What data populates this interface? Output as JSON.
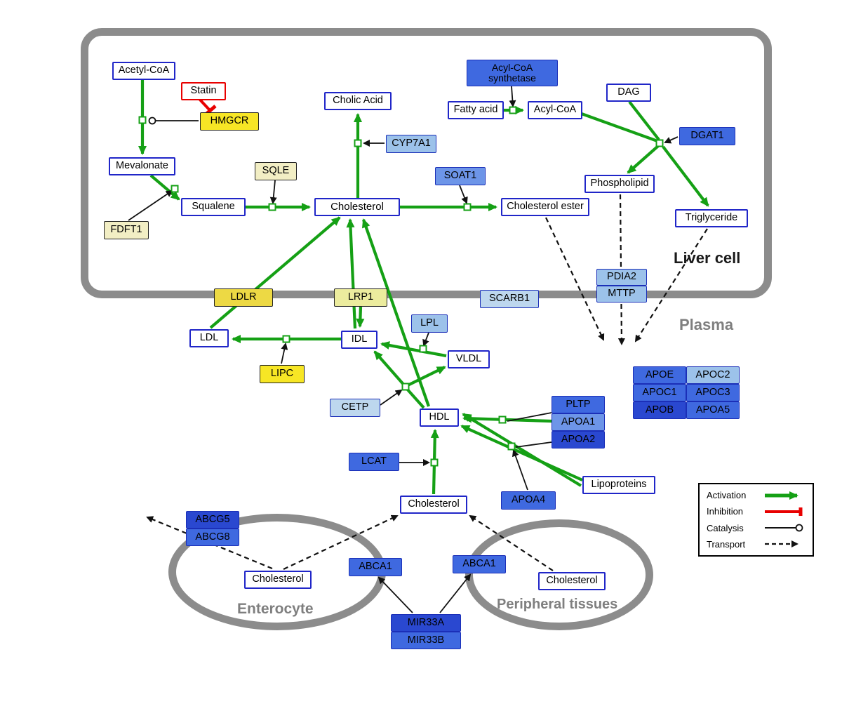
{
  "regions": {
    "liver": "Liver cell",
    "plasma": "Plasma",
    "enterocyte": "Enterocyte",
    "peripheral": "Peripheral tissues"
  },
  "legend": {
    "activation": "Activation",
    "inhibition": "Inhibition",
    "catalysis": "Catalysis",
    "transport": "Transport"
  },
  "colors": {
    "activation_green": "#15A015",
    "inhibition_red": "#E80000",
    "membrane_gray": "#8C8C8C",
    "metabolite_border_blue": "#2026C8",
    "gene_blue_light": "#BDD7EE",
    "gene_blue_medium": "#3F69E0",
    "gene_blue_dark": "#2A48D0",
    "gene_yellow_bright": "#F7E625",
    "gene_yellow_pale": "#F2EEC4"
  },
  "nodes": {
    "acetyl_coa": {
      "label": "Acetyl-CoA"
    },
    "statin": {
      "label": "Statin"
    },
    "hmgcr": {
      "label": "HMGCR"
    },
    "mevalonate": {
      "label": "Mevalonate"
    },
    "sqle": {
      "label": "SQLE"
    },
    "fdft1": {
      "label": "FDFT1"
    },
    "squalene": {
      "label": "Squalene"
    },
    "cholic_acid": {
      "label": "Cholic Acid"
    },
    "cyp7a1": {
      "label": "CYP7A1"
    },
    "cholesterol_liver": {
      "label": "Cholesterol"
    },
    "soat1": {
      "label": "SOAT1"
    },
    "cholesterol_ester": {
      "label": "Cholesterol ester"
    },
    "acyl_coa_synthetase": {
      "label": "Acyl-CoA synthetase"
    },
    "fatty_acid": {
      "label": "Fatty acid"
    },
    "acyl_coa": {
      "label": "Acyl-CoA"
    },
    "dag": {
      "label": "DAG"
    },
    "dgat1": {
      "label": "DGAT1"
    },
    "phospholipid": {
      "label": "Phospholipid"
    },
    "triglyceride": {
      "label": "Triglyceride"
    },
    "pdia2": {
      "label": "PDIA2"
    },
    "mttp": {
      "label": "MTTP"
    },
    "scarb1": {
      "label": "SCARB1"
    },
    "ldlr": {
      "label": "LDLR"
    },
    "lrp1": {
      "label": "LRP1"
    },
    "ldl": {
      "label": "LDL"
    },
    "idl": {
      "label": "IDL"
    },
    "lpl": {
      "label": "LPL"
    },
    "vldl": {
      "label": "VLDL"
    },
    "lipc": {
      "label": "LIPC"
    },
    "cetp": {
      "label": "CETP"
    },
    "hdl": {
      "label": "HDL"
    },
    "lcat": {
      "label": "LCAT"
    },
    "pltp": {
      "label": "PLTP"
    },
    "apoa1": {
      "label": "APOA1"
    },
    "apoa2": {
      "label": "APOA2"
    },
    "apoa4": {
      "label": "APOA4"
    },
    "lipoproteins": {
      "label": "Lipoproteins"
    },
    "apoe": {
      "label": "APOE"
    },
    "apoc2": {
      "label": "APOC2"
    },
    "apoc1": {
      "label": "APOC1"
    },
    "apoc3": {
      "label": "APOC3"
    },
    "apob": {
      "label": "APOB"
    },
    "apoa5": {
      "label": "APOA5"
    },
    "cholesterol_plasma": {
      "label": "Cholesterol"
    },
    "abcg5": {
      "label": "ABCG5"
    },
    "abcg8": {
      "label": "ABCG8"
    },
    "cholesterol_enterocyte": {
      "label": "Cholesterol"
    },
    "abca1_left": {
      "label": "ABCA1"
    },
    "abca1_right": {
      "label": "ABCA1"
    },
    "cholesterol_peripheral": {
      "label": "Cholesterol"
    },
    "mir33a": {
      "label": "MIR33A"
    },
    "mir33b": {
      "label": "MIR33B"
    }
  },
  "edges": [
    {
      "from": "acetyl_coa",
      "to": "mevalonate",
      "type": "activation",
      "enzyme": "hmgcr"
    },
    {
      "from": "statin",
      "to": "hmgcr",
      "type": "inhibition"
    },
    {
      "from": "mevalonate",
      "to": "squalene",
      "type": "activation",
      "enzyme": "fdft1"
    },
    {
      "from": "squalene",
      "to": "cholesterol_liver",
      "type": "activation",
      "enzyme": "sqle"
    },
    {
      "from": "cholesterol_liver",
      "to": "cholic_acid",
      "type": "activation",
      "enzyme": "cyp7a1"
    },
    {
      "from": "cholesterol_liver",
      "to": "cholesterol_ester",
      "type": "activation",
      "enzyme": "soat1"
    },
    {
      "from": "fatty_acid",
      "to": "acyl_coa",
      "type": "activation",
      "enzyme": "acyl_coa_synthetase"
    },
    {
      "from": "acyl_coa",
      "to": "triglyceride",
      "type": "activation",
      "enzyme": "dgat1"
    },
    {
      "from": "dag",
      "to": "triglyceride",
      "type": "activation",
      "enzyme": "dgat1"
    },
    {
      "from": "acyl_coa",
      "to": "phospholipid",
      "type": "activation"
    },
    {
      "from": "ldl",
      "to": "cholesterol_liver",
      "type": "activation",
      "via": "ldlr"
    },
    {
      "from": "idl",
      "to": "cholesterol_liver",
      "type": "activation",
      "via": "lrp1"
    },
    {
      "from": "hdl",
      "to": "cholesterol_liver",
      "type": "activation",
      "via": "scarb1"
    },
    {
      "from": "idl",
      "to": "ldl",
      "type": "activation",
      "enzyme": "lipc"
    },
    {
      "from": "vldl",
      "to": "idl",
      "type": "activation",
      "enzyme": "lpl"
    },
    {
      "from": "hdl",
      "to": "idl",
      "type": "activation",
      "enzyme": "cetp"
    },
    {
      "from": "hdl",
      "to": "vldl",
      "type": "activation",
      "enzyme": "cetp"
    },
    {
      "from": "cholesterol_plasma",
      "to": "hdl",
      "type": "activation",
      "enzyme": "lcat"
    },
    {
      "from": "lipoproteins",
      "to": "hdl",
      "type": "activation",
      "enzymes": [
        "pltp",
        "apoa1",
        "apoa2",
        "apoa4"
      ]
    },
    {
      "from": "cholesterol_ester",
      "to": "lipoproteins_assembly",
      "type": "transport",
      "via": "mttp"
    },
    {
      "from": "phospholipid",
      "to": "lipoproteins_assembly",
      "type": "transport",
      "via": "pdia2"
    },
    {
      "from": "triglyceride",
      "to": "lipoproteins_assembly",
      "type": "transport",
      "via": "mttp"
    },
    {
      "from": "cholesterol_enterocyte",
      "to": "lumen",
      "type": "transport",
      "via": "abcg5_abcg8"
    },
    {
      "from": "cholesterol_enterocyte",
      "to": "cholesterol_plasma",
      "type": "transport",
      "via": "abca1_left"
    },
    {
      "from": "cholesterol_peripheral",
      "to": "cholesterol_plasma",
      "type": "transport",
      "via": "abca1_right"
    },
    {
      "from": "mir33a_mir33b",
      "to": "abca1_left",
      "type": "catalysis"
    },
    {
      "from": "mir33a_mir33b",
      "to": "abca1_right",
      "type": "catalysis"
    }
  ]
}
